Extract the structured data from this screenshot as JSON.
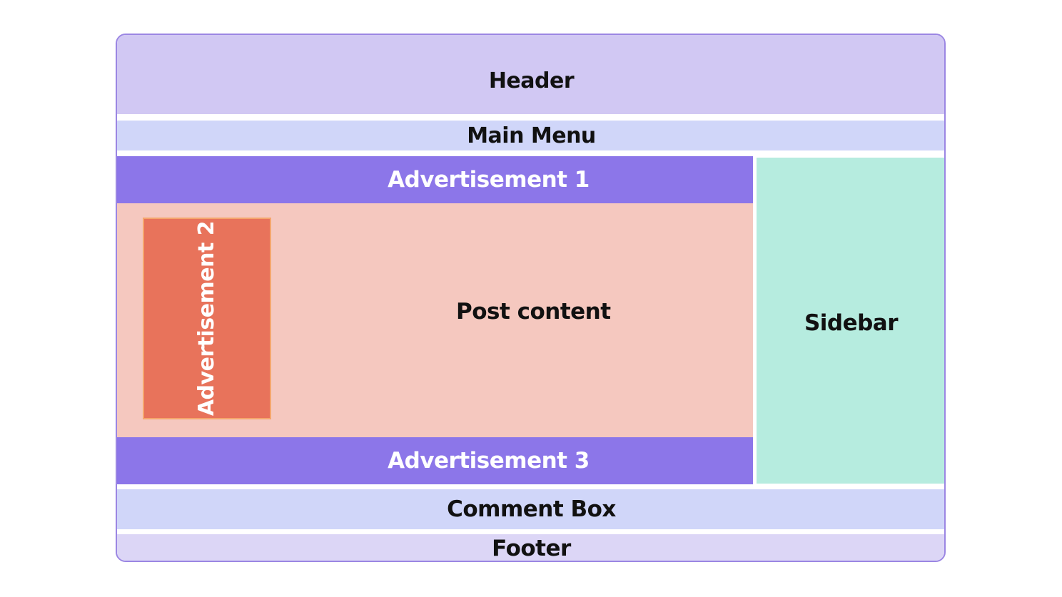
{
  "diagram": {
    "blocks": {
      "header": "Header",
      "main_menu": "Main Menu",
      "advertisement_1": "Advertisement 1",
      "advertisement_2": "Advertisement 2",
      "post_content": "Post content",
      "advertisement_3": "Advertisement 3",
      "sidebar": "Sidebar",
      "comment_box": "Comment Box",
      "footer": "Footer"
    },
    "colors": {
      "frame_border": "#9b86e3",
      "header": "#d1c8f3",
      "main_menu": "#d0d6f9",
      "advertisement": "#8c76e9",
      "post_content": "#f5c8bf",
      "advertisement_2": "#e8735b",
      "sidebar": "#b6ecdf",
      "comment_box": "#d0d6f9",
      "footer": "#dcd6f6"
    }
  }
}
